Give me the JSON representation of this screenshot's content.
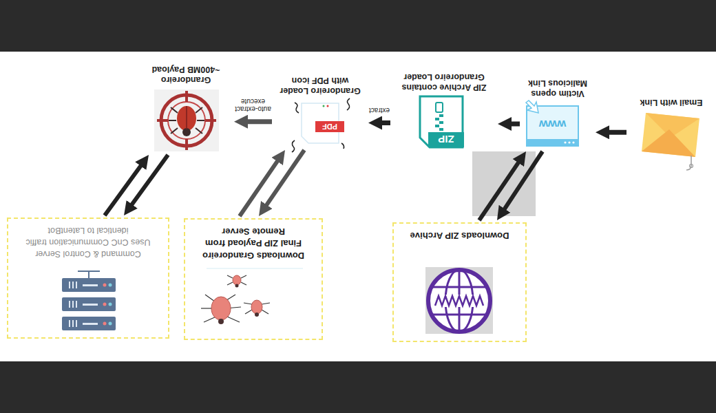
{
  "diagram": {
    "nodes": [
      {
        "text": [
          "Email with Link"
        ]
      },
      {
        "text": [
          "Victim opens Malicious Link"
        ]
      },
      {
        "text": [
          "ZIP Archive contains Grandoreiro Loader"
        ]
      },
      {
        "text": [
          "Grandoreiro Loader with PDF icon"
        ]
      },
      {
        "text": [
          "Grandoreiro ~400MB Payload"
        ]
      },
      {
        "text": [
          "Downloads ZIP Archive"
        ]
      },
      {
        "text": [
          "Downloads Grandoreiro Final ZIP Payload from Remote Server"
        ]
      },
      {
        "text": [
          "Command & Control Server",
          "Uses CnC Communication traffic identical to LatentBot"
        ]
      }
    ],
    "edges": [
      {
        "from": 0,
        "to": 1,
        "arrow": "to"
      },
      {
        "from": 1,
        "to": 2,
        "arrow": "to"
      },
      {
        "from": 2,
        "to": 3,
        "label": "extract",
        "arrow": "to"
      },
      {
        "from": 3,
        "to": 4,
        "label": "auto-extract execute",
        "arrow": "to"
      },
      {
        "from": 1,
        "to": 5,
        "arrow": "to"
      },
      {
        "from": 5,
        "to": 1,
        "arrow": "to"
      },
      {
        "from": 3,
        "to": 6,
        "arrow": "to"
      },
      {
        "from": 6,
        "to": 3,
        "arrow": "to"
      },
      {
        "from": 4,
        "to": 7,
        "arrow": "to"
      },
      {
        "from": 7,
        "to": 4,
        "arrow": "to"
      }
    ],
    "labels": [
      "www",
      "ZIP",
      "PDF"
    ]
  }
}
